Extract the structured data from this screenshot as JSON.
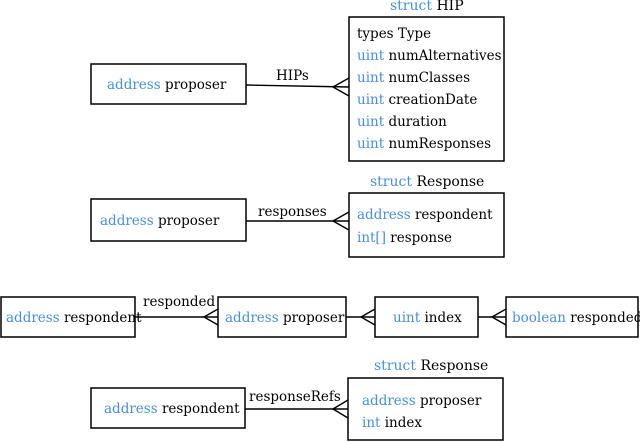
{
  "colors": {
    "keyword": "#4a8fd6",
    "text": "#000000",
    "line": "#000000"
  },
  "hip": {
    "title_kw": "struct",
    "title_name": "HIP",
    "fields": [
      {
        "kw": "",
        "name": "types Type"
      },
      {
        "kw": "uint",
        "name": "numAlternatives"
      },
      {
        "kw": "uint",
        "name": "numClasses"
      },
      {
        "kw": "uint",
        "name": "creationDate"
      },
      {
        "kw": "uint",
        "name": "duration"
      },
      {
        "kw": "uint",
        "name": "numResponses"
      }
    ],
    "source": {
      "kw": "address",
      "name": "proposer"
    },
    "edge_label": "HIPs"
  },
  "response1": {
    "title_kw": "struct",
    "title_name": "Response",
    "fields": [
      {
        "kw": "address",
        "name": "respondent"
      },
      {
        "kw": "int[]",
        "name": "response"
      }
    ],
    "source": {
      "kw": "address",
      "name": "proposer"
    },
    "edge_label": "responses"
  },
  "responded": {
    "respondent": {
      "kw": "address",
      "name": "respondent"
    },
    "proposer": {
      "kw": "address",
      "name": "proposer"
    },
    "index": {
      "kw": "uint",
      "name": "index"
    },
    "flag": {
      "kw": "boolean",
      "name": "responded"
    },
    "edge_label": "responded"
  },
  "response2": {
    "title_kw": "struct",
    "title_name": "Response",
    "fields": [
      {
        "kw": "address",
        "name": "proposer"
      },
      {
        "kw": "int",
        "name": "index"
      }
    ],
    "source": {
      "kw": "address",
      "name": "respondent"
    },
    "edge_label": "responseRefs"
  }
}
